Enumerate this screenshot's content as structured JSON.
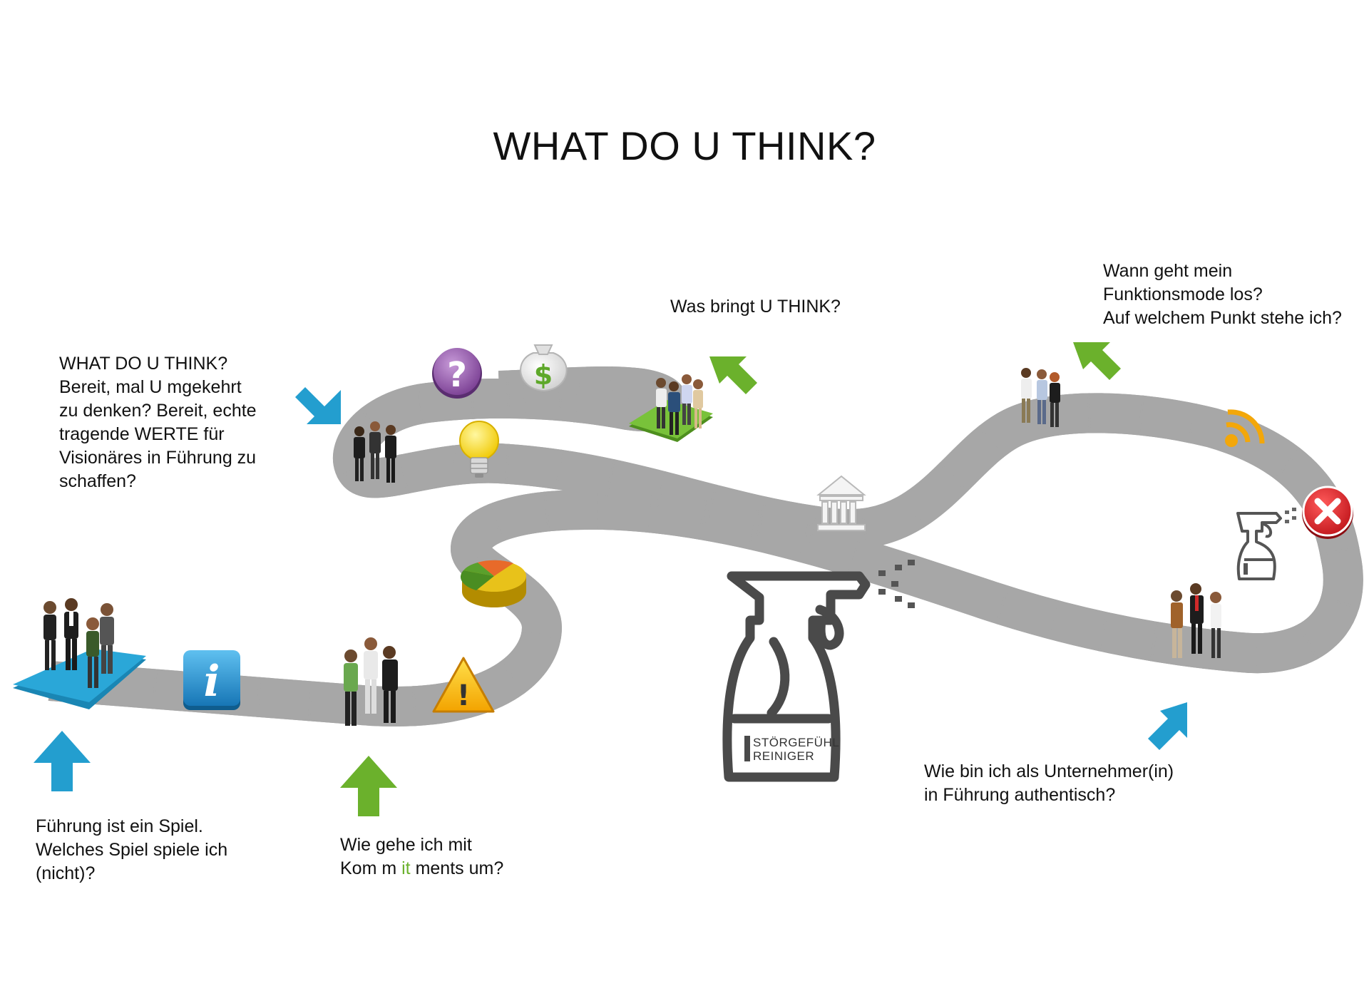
{
  "title": "WHAT DO U THINK?",
  "colors": {
    "blue": "#239ecf",
    "green": "#6bb12c",
    "path": "#c9c9c9",
    "path_edge": "#a7a7a7",
    "tile_line": "#f2f2f2"
  },
  "captions": {
    "intro": {
      "lines": [
        "WHAT DO U THINK?",
        "Bereit, mal U mgekehrt",
        "zu denken? Bereit, echte",
        "tragende WERTE für",
        "Visionäres in Führung zu",
        "schaffen?"
      ]
    },
    "spiel": {
      "lines": [
        "Führung ist ein Spiel.",
        "Welches Spiel spiele ich",
        "(nicht)?"
      ]
    },
    "kommitments": {
      "line1": "Wie gehe ich mit",
      "line2_a": "Kom m ",
      "line2_b": "it",
      "line2_c": " ments um?"
    },
    "bringt": {
      "lines": [
        "Was bringt U THINK?"
      ]
    },
    "funktion": {
      "lines": [
        "Wann geht mein",
        "Funktionsmode los?",
        "Auf welchem Punkt stehe ich?"
      ]
    },
    "authentisch": {
      "lines": [
        "Wie bin ich als Unternehmer(in)",
        "in Führung authentisch?"
      ]
    }
  },
  "bottle": {
    "label_line1": "STÖRGEFÜHL",
    "label_line2": "REINIGER"
  },
  "icons": [
    "info-icon",
    "warning-icon",
    "pie-chart-icon",
    "lightbulb-icon",
    "question-icon",
    "dollar-bag-icon",
    "bank-icon",
    "rss-icon",
    "close-icon",
    "spray-bottle-icon",
    "small-spray-bottle-icon"
  ],
  "symbols": {
    "question": "?",
    "dollar": "$",
    "warning": "!",
    "info": "i"
  }
}
